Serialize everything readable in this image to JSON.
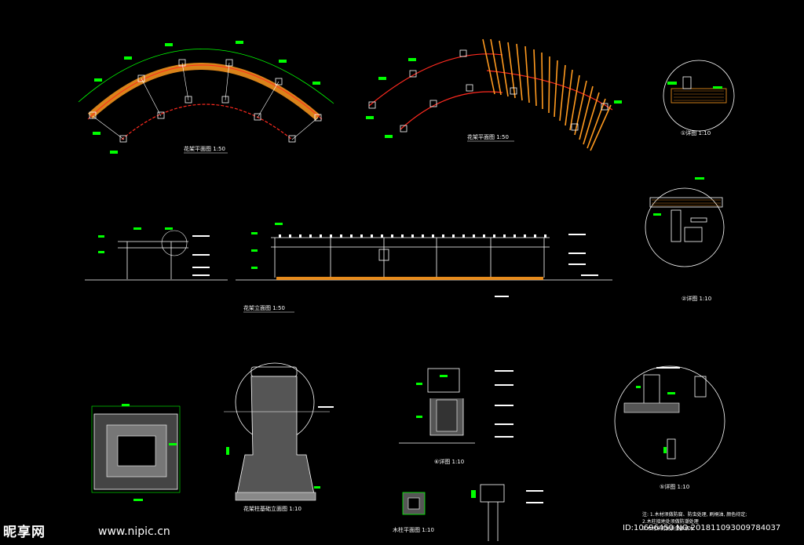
{
  "captions": {
    "plan_1": "花架平面图 1:50",
    "plan_2": "花架平面图 1:50",
    "elevation": "花架立面图 1:50",
    "detail_1": "①详图 1:10",
    "detail_2": "②详图 1:10",
    "detail_5": "⑤详图 1:10",
    "detail_6": "⑥详图 1:10",
    "foundation": "花架柱基础立面图 1:10",
    "column_plan": "木柱平面图 1:10"
  },
  "notes": {
    "title": "注: 1.木材须做防腐、防虫处理, 刷桐油, 颜色待定;",
    "line_2": "2.木柱接地处须做防潮处理",
    "line_3": "3.木材采用优质菠萝格木"
  },
  "watermark": {
    "site_cn": "昵享网",
    "site_url": "www.nipic.cn",
    "image_id": "ID:10696450 NO:20181109300978403​7"
  },
  "colors": {
    "background": "#000000",
    "dimension": "#00ff00",
    "beam": "#ff2a1f",
    "timber": "#ff9a1f",
    "linework": "#ffffff"
  }
}
